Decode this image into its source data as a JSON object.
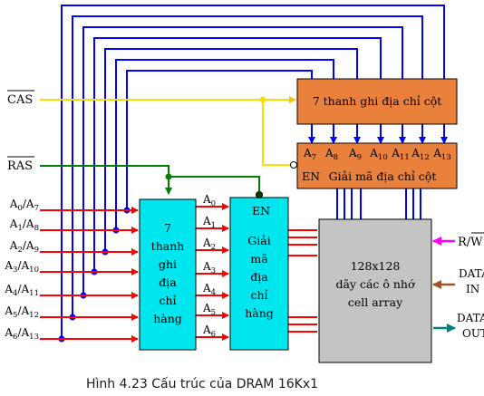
{
  "figure": {
    "caption": "Hình 4.23 Cấu trúc của DRAM 16Kx1"
  },
  "signals": {
    "cas": "CAS",
    "ras": "RAS",
    "rw_r": "R/",
    "rw_w": "W",
    "data_in_1": "DATA",
    "data_in_2": "IN",
    "data_out_1": "DATA",
    "data_out_2": "OUT"
  },
  "address_inputs": [
    {
      "a": "0",
      "b": "7"
    },
    {
      "a": "1",
      "b": "8"
    },
    {
      "a": "2",
      "b": "9"
    },
    {
      "a": "3",
      "b": "10"
    },
    {
      "a": "4",
      "b": "11"
    },
    {
      "a": "5",
      "b": "12"
    },
    {
      "a": "6",
      "b": "13"
    }
  ],
  "row_bus_labels": [
    "0",
    "1",
    "2",
    "3",
    "4",
    "5",
    "6"
  ],
  "col_bus_labels": [
    "7",
    "8",
    "9",
    "10",
    "11",
    "12",
    "13"
  ],
  "blocks": {
    "row_register": [
      "7",
      "thanh",
      "ghi",
      "địa",
      "chỉ",
      "hàng"
    ],
    "row_decoder_en": "EN",
    "row_decoder": [
      "Giải",
      "mã",
      "địa",
      "chỉ",
      "hàng"
    ],
    "col_register": "7 thanh ghi địa chỉ cột",
    "col_decoder_en": "EN",
    "col_decoder": "Giải mã địa chỉ cột",
    "array": [
      "128x128",
      "dãy các ô nhớ",
      "cell array"
    ]
  },
  "colors": {
    "cyan_block": "#00e5ee",
    "orange_block": "#e9803c",
    "gray_block": "#c4c4c4",
    "address_line": "#ff0000",
    "column_bus": "#0000ff",
    "cas_line": "#f5e000",
    "ras_line": "#008000",
    "rw_arrow": "#ff00ff",
    "data_in_arrow": "#a0522d",
    "data_out_arrow": "#008080"
  }
}
